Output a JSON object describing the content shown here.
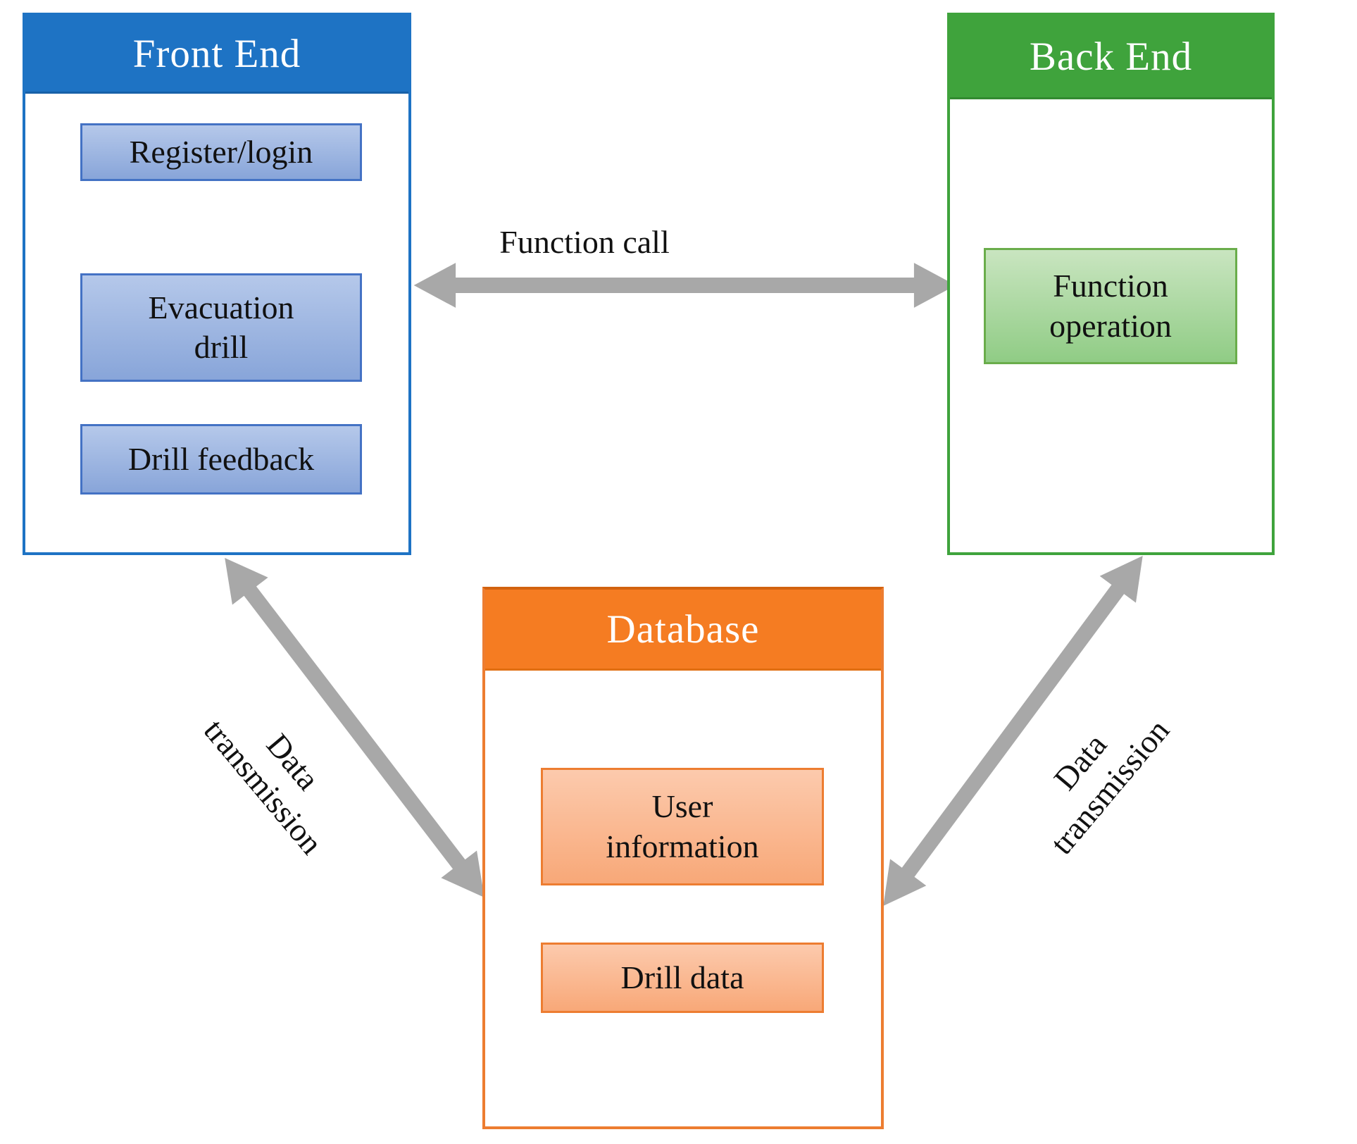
{
  "diagram_title": "Front End / Back End / Database architecture diagram",
  "colors": {
    "front_end_blue": "#1E73C4",
    "inner_blue_border": "#4472C4",
    "inner_blue_fill_top": "#B5C8EA",
    "inner_blue_fill_bottom": "#88A5D9",
    "back_end_green": "#3FA33C",
    "inner_green_border": "#6AAD4B",
    "inner_green_fill_top": "#C9E5C0",
    "inner_green_fill_bottom": "#90CC85",
    "database_orange_header": "#F57C22",
    "database_orange_border": "#ED7D31",
    "inner_orange_fill_top": "#FCCAAD",
    "inner_orange_fill_bottom": "#F8A878",
    "arrow_gray": "#A8A8A8",
    "text_black": "#111111",
    "header_text_white": "#FFFFFF"
  },
  "front_end": {
    "title": "Front End",
    "items": [
      {
        "label": "Register/login"
      },
      {
        "label": "Evacuation\ndrill"
      },
      {
        "label": "Drill feedback"
      }
    ]
  },
  "back_end": {
    "title": "Back End",
    "items": [
      {
        "label": "Function\noperation"
      }
    ]
  },
  "database": {
    "title": "Database",
    "items": [
      {
        "label": "User\ninformation"
      },
      {
        "label": "Drill data"
      }
    ]
  },
  "connections": {
    "front_back": {
      "label": "Function call",
      "type": "double-headed horizontal arrow"
    },
    "front_db": {
      "label": "Data\ntransmission",
      "type": "double-headed diagonal arrow"
    },
    "db_back": {
      "label": "Data\ntransmission",
      "type": "double-headed diagonal arrow"
    }
  }
}
